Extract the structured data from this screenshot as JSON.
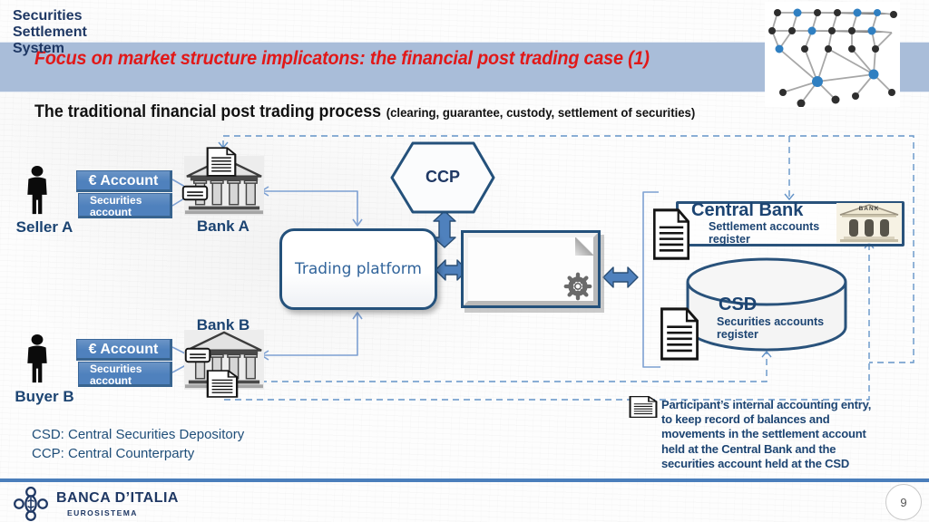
{
  "header": {
    "title": "Focus on market structure implicatons: the financial post trading case (1)"
  },
  "subtitle": {
    "main": "The traditional financial post trading process",
    "paren": "(clearing, guarantee, custody, settlement of securities)"
  },
  "actors": {
    "seller": "Seller A",
    "buyer": "Buyer B"
  },
  "banks": {
    "bank_a": "Bank A",
    "bank_b": "Bank B"
  },
  "accounts": {
    "euro": "€ Account",
    "securities": "Securities account"
  },
  "nodes": {
    "trading_platform": "Trading platform",
    "ccp": "CCP",
    "sss": "Securities Settlement System",
    "central_bank_title": "Central Bank",
    "central_bank_sub": "Settlement accounts register",
    "central_bank_sign": "BANK",
    "csd_title": "CSD",
    "csd_sub": "Securities accounts register"
  },
  "note_lines": [
    "Participant’s internal accounting entry,",
    "to keep record of balances and",
    "movements in the settlement account",
    "held at the Central Bank and the",
    "securities account held at the CSD"
  ],
  "legend": [
    "CSD: Central Securities Depository",
    "CCP: Central Counterparty"
  ],
  "footer": {
    "brand": "BANCA D’ITALIA",
    "sub": "EUROSISTEMA",
    "page": "9"
  },
  "colors": {
    "band": "#a9bdd9",
    "title_red": "#e11818",
    "navy_text": "#1c4472",
    "box_border": "#24517b",
    "account_fill": "#4f81bd",
    "thick_arrow": "#4f81bd",
    "dashed_line": "#6494c8",
    "footer_line": "#4a7ebb"
  }
}
